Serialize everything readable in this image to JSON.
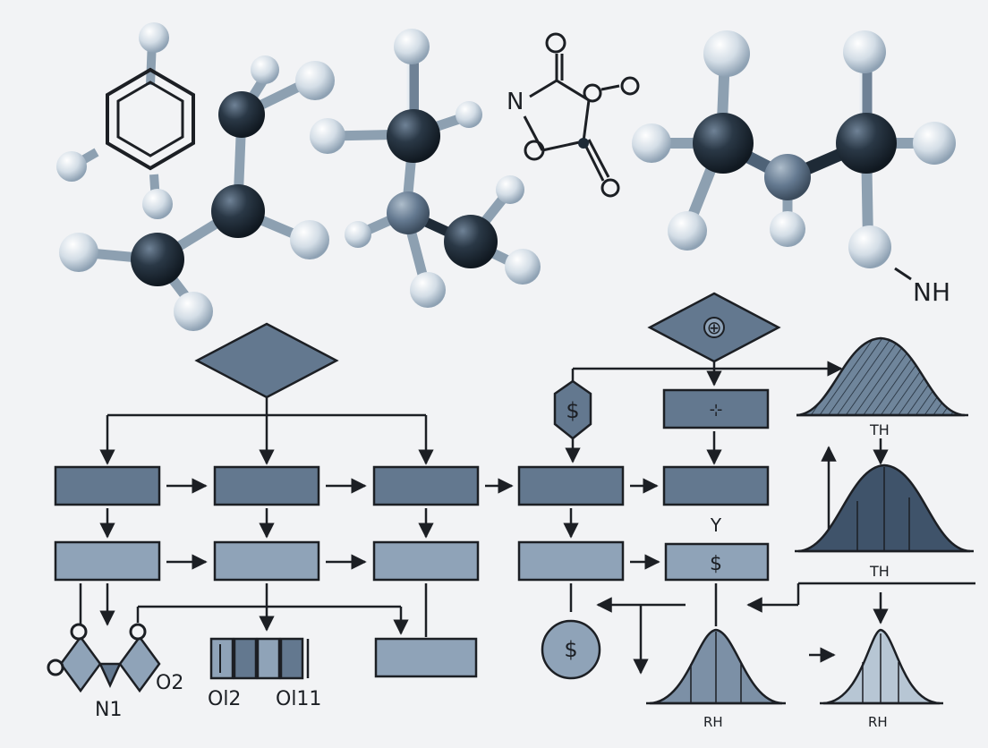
{
  "palette": {
    "background": "#f2f3f5",
    "stroke": "#1c1f24",
    "box_dark": "#63788f",
    "box_light": "#8fa3b8",
    "atom_dark": "#1e2a36",
    "atom_mid": "#5f7288",
    "atom_light": "#cfd9e2"
  },
  "molecules": {
    "ring_substituent": "",
    "amine_label": "NH",
    "lactone": {
      "n": "N",
      "o": "O"
    }
  },
  "flowchart": {
    "top_diamond_symbol": "",
    "right_diamond_symbol": "⊕",
    "hexagon_symbol": "$",
    "box_symbol_upper": "⊹",
    "box_symbol_lower": "$",
    "junction_symbol": "Y",
    "circle_symbol": "$"
  },
  "distributions": {
    "top_label": "TH",
    "middle_label": "TH",
    "bottom_left_label": "RH",
    "bottom_right_label": "RH"
  },
  "structures": {
    "left_label_n": "N1",
    "left_label_o2": "O2",
    "column_label_a": "Ol2",
    "column_label_b": "Ol11"
  }
}
